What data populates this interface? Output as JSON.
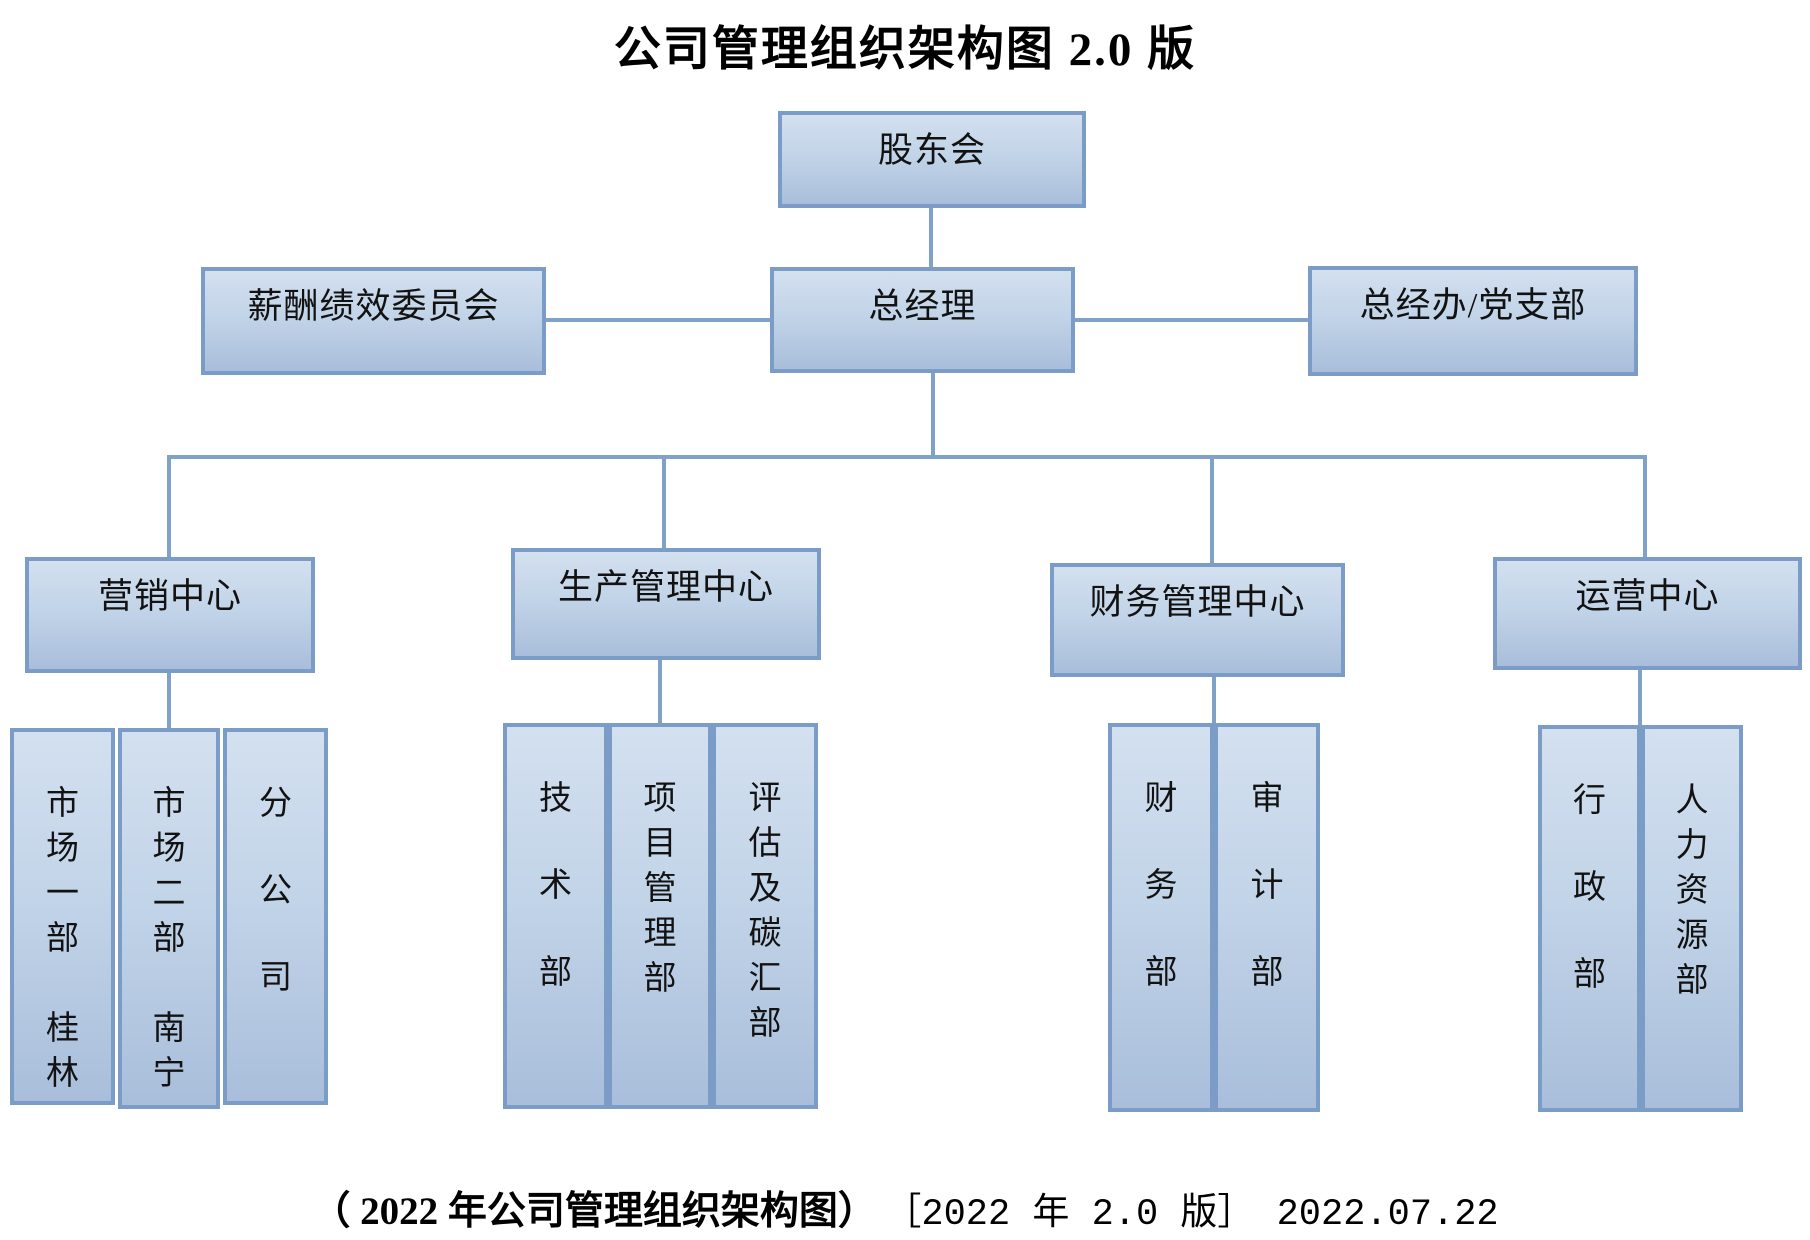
{
  "title": "公司管理组织架构图 2.0 版",
  "org": {
    "level1": {
      "shareholders": "股东会"
    },
    "level2": {
      "committee": "薪酬绩效委员会",
      "general_manager": "总经理",
      "gm_office": "总经办/党支部"
    },
    "centers": {
      "marketing": "营销中心",
      "production": "生产管理中心",
      "finance": "财务管理中心",
      "operations": "运营中心"
    },
    "departments": {
      "market_dept_1": "市场一部　桂林",
      "market_dept_2": "市场二部　南宁",
      "branch_company": "分公司",
      "technology": "技术部",
      "project_management": "项目管理部",
      "assessment_carbon": "评估及碳汇部",
      "finance_dept": "财务部",
      "audit": "审计部",
      "administration": "行政部",
      "human_resources": "人力资源部"
    }
  },
  "caption": {
    "part1": "（ 2022 年公司管理组织架构图）",
    "part2": "［2022 年 2.0 版］ 2022.07.22"
  },
  "colors": {
    "box_border": "#7a9cc6",
    "box_fill_top": "#d3e0ef",
    "box_fill_bottom": "#a9bedb",
    "connector": "#7fa3c8",
    "text": "#121212"
  }
}
